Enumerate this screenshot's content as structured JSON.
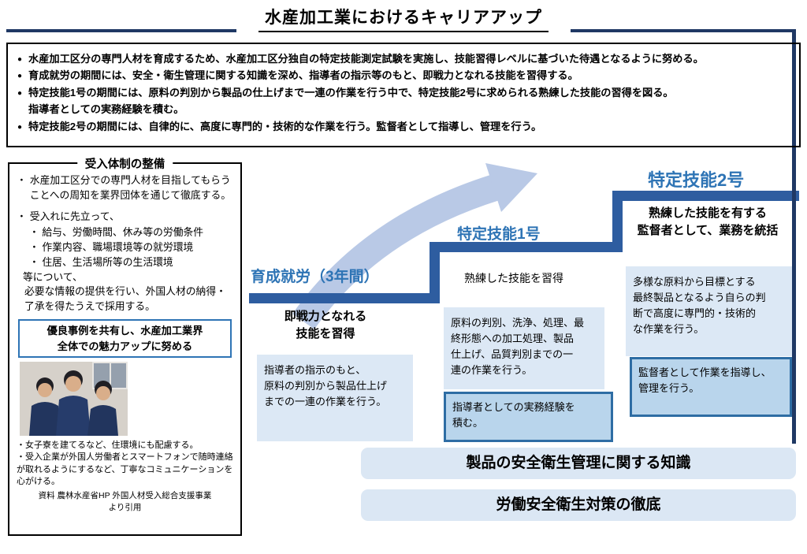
{
  "page": {
    "title": "水産加工業におけるキャリアアップ"
  },
  "overview_box": {
    "bullet_glyph": "●",
    "bullets": [
      "水産加工区分の専門人材を育成するため、水産加工区分独自の特定技能測定試験を実施し、技能習得レベルに基づいた待遇となるように努める。",
      "育成就労の期間には、安全・衛生管理に関する知識を深め、指導者の指示等のもと、即戦力となれる技能を習得する。",
      "特定技能1号の期間には、原料の判別から製品の仕上げまで一連の作業を行う中で、特定技能2号に求められる熟練した技能の習得を図る。\n指導者としての実務経験を積む。",
      "特定技能2号の期間には、自律的に、高度に専門的・技術的な作業を行う。監督者として指導し、管理を行う。"
    ]
  },
  "acceptance_box": {
    "title": "受入体制の整備",
    "bullet_glyph": "・",
    "para1": "水産加工区分での専門人材を目指してもらうことへの周知を業界団体を通じて徹底する。",
    "para2_lead": "受入れに先立って、",
    "para2_items": [
      "・ 給与、労働時間、休み等の労働条件",
      "・ 作業内容、職場環境等の就労環境",
      "・ 住居、生活場所等の生活環境"
    ],
    "para2_cont": "等について、",
    "para2_tail": "必要な情報の提供を行い、外国人材の納得・了承を得たうえで採用する。",
    "highlight": "優良事例を共有し、水産加工業界\n全体での魅力アップに努める",
    "note1": "・女子寮を建てるなど、住環境にも配慮する。",
    "note2": "・受入企業が外国人労働者とスマートフォンで随時連絡が取れるようにするなど、丁寧なコミュニケーションを心がける。",
    "source": "資料 農林水産省HP 外国人材受入総合支援事業\nより引用"
  },
  "stages": [
    {
      "label": "育成就労（3年間）",
      "subtitle": "即戦力となれる\n技能を習得",
      "task_box": "指導者の指示のもと、\n原料の判別から製品仕上げ\nまでの一連の作業を行う。"
    },
    {
      "label": "特定技能1号",
      "subtitle": "熟練した技能を習得",
      "task_box": "原料の判別、洗浄、処理、最\n終形態への加工処理、製品\n仕上げ、品質判別までの一\n連の作業を行う。",
      "highlight_box": "指導者としての実務経験を\n積む。"
    },
    {
      "label": "特定技能2号",
      "subtitle": "熟練した技能を有する\n監督者として、業務を統括",
      "task_box": "多様な原料から目標とする\n最終製品となるよう自らの判\n断で高度に専門的・技術的\nな作業を行う。",
      "highlight_box": "監督者として作業を指導し、\n管理を行う。"
    }
  ],
  "bottom_bars": [
    "製品の安全衛生管理に関する知識",
    "労働安全衛生対策の徹底"
  ],
  "colors": {
    "accent_blue": "#2e74b5",
    "step_blue": "#2e5da0",
    "arrow_blue": "#b9c9e6",
    "task_box_blue": "#dce8f5",
    "highlight_fill": "#b9d5ec",
    "highlight_border": "#2e6da4",
    "rule_navy": "#1f3864"
  }
}
